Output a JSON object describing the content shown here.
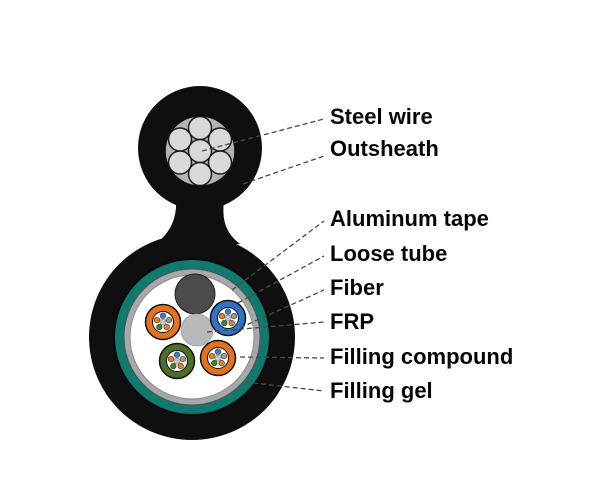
{
  "figure": {
    "description": "Figure-8 self-supporting fiber optic cable cross-section diagram",
    "labels": [
      {
        "text": "Steel wire",
        "target": "steel-wire-strands"
      },
      {
        "text": "Outsheath",
        "target": "black-outer-sheath"
      },
      {
        "text": "Aluminum tape",
        "target": "gray-tape-ring"
      },
      {
        "text": "Loose tube",
        "target": "blue-loose-tube"
      },
      {
        "text": "Fiber",
        "target": "fibers-inside-blue-tube"
      },
      {
        "text": "FRP",
        "target": "central-gray-rod"
      },
      {
        "text": "Filling compound",
        "target": "white-core-area"
      },
      {
        "text": "Filling gel",
        "target": "teal-ring"
      }
    ]
  },
  "colors": {
    "background": "#ffffff",
    "sheath_black": "#0f0f0f",
    "steel_core_gray": "#b3b3b3",
    "steel_wire_gray": "#d9d9d9",
    "filling_gel_teal": "#117a6e",
    "aluminum_tape_gray": "#a8a8a8",
    "core_white": "#ffffff",
    "filler_dark_gray": "#4b4b4b",
    "frp_gray": "#b9b9b9",
    "tube_orange": "#e2731c",
    "tube_blue": "#2e73c8",
    "tube_green": "#4c6e27",
    "fiber_blue": "#3a7ad9",
    "fiber_orange": "#e8821e",
    "fiber_green": "#44822a",
    "fiber_gray": "#9a9a9a",
    "fiber_center_gray": "#c6c6c6",
    "leader_line_gray": "#4a4a4a",
    "label_text": "#060606"
  }
}
